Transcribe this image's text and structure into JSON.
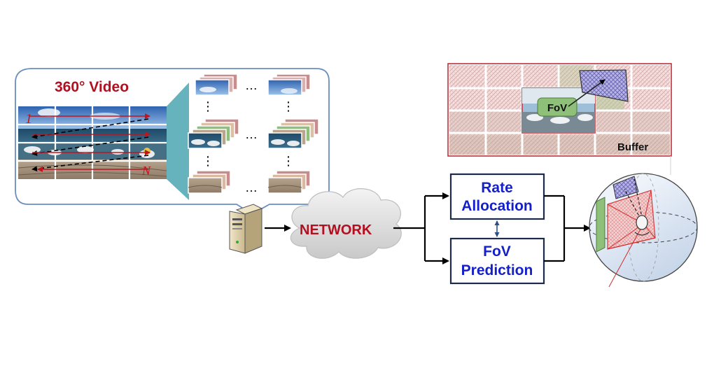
{
  "video_panel": {
    "title": "360° Video",
    "row_first": "1",
    "row_last": "N",
    "ellipsis": "…",
    "vdots": "⋮"
  },
  "server": {
    "icon": "server-icon"
  },
  "network": {
    "label": "NETWORK",
    "icon": "cloud-icon"
  },
  "modules": {
    "rate_line1": "Rate",
    "rate_line2": "Allocation",
    "fov_line1": "FoV",
    "fov_line2": "Prediction"
  },
  "buffer": {
    "label": "Buffer",
    "fov_label": "FoV"
  },
  "sphere": {
    "icon": "sphere-viewport-icon"
  },
  "colors": {
    "title_red": "#b01020",
    "module_blue": "#1520c8",
    "panel_border": "#6a8ec0",
    "buffer_border": "#c0303a",
    "fov_green": "#8ec07a"
  }
}
